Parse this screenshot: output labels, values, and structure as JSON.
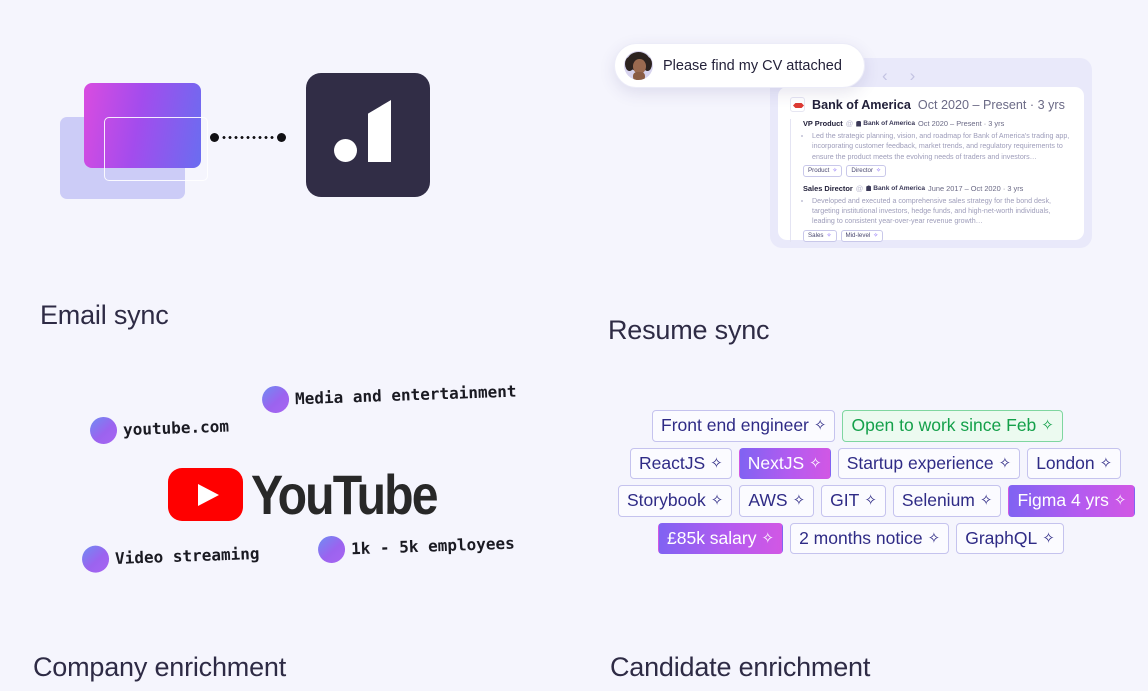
{
  "sections": {
    "email_sync": {
      "heading": "Email sync",
      "icons": {
        "envelope": "envelope-icon",
        "connector": "dotted-connector",
        "app_logo": "app-logo-icon"
      }
    },
    "resume_sync": {
      "heading": "Resume sync",
      "chat": {
        "message": "Please find my CV attached",
        "avatar": "user-avatar"
      },
      "nav": {
        "prev": "‹",
        "next": "›"
      },
      "card": {
        "company": "Bank of America",
        "period": "Oct 2020 – Present · 3 yrs",
        "jobs": [
          {
            "title": "VP Product",
            "at": "@",
            "employer": "Bank of America",
            "dates": "Oct 2020 – Present · 3 yrs",
            "bullet": "Led the strategic planning, vision, and roadmap for Bank of America's trading app, incorporating customer feedback, market trends, and regulatory requirements to ensure the product meets the evolving needs of traders and investors…",
            "tags": [
              "Product",
              "Director"
            ]
          },
          {
            "title": "Sales Director",
            "at": "@",
            "employer": "Bank of America",
            "dates": "June 2017 – Oct 2020 · 3 yrs",
            "bullet": "Developed and executed a comprehensive sales strategy for the bond desk, targeting institutional investors, hedge funds, and high-net-worth individuals, leading to consistent year-over-year revenue growth…",
            "tags": [
              "Sales",
              "Mid-level"
            ]
          }
        ]
      }
    },
    "company_enrichment": {
      "heading": "Company enrichment",
      "logo_text": "YouTube",
      "attributes": [
        {
          "label": "youtube.com"
        },
        {
          "label": "Media and entertainment"
        },
        {
          "label": "Video streaming"
        },
        {
          "label": "1k - 5k employees"
        }
      ]
    },
    "candidate_enrichment": {
      "heading": "Candidate enrichment",
      "spark": "✧",
      "rows": [
        [
          {
            "label": "Front end engineer",
            "style": "outline"
          },
          {
            "label": "Open to work since Feb",
            "style": "green"
          }
        ],
        [
          {
            "label": "ReactJS",
            "style": "outline"
          },
          {
            "label": "NextJS",
            "style": "grad"
          },
          {
            "label": "Startup experience",
            "style": "outline"
          },
          {
            "label": "London",
            "style": "outline"
          }
        ],
        [
          {
            "label": "Storybook",
            "style": "outline"
          },
          {
            "label": "AWS",
            "style": "outline"
          },
          {
            "label": "GIT",
            "style": "outline"
          },
          {
            "label": "Selenium",
            "style": "outline"
          },
          {
            "label": "Figma 4 yrs",
            "style": "grad"
          }
        ],
        [
          {
            "label": "£85k salary",
            "style": "grad"
          },
          {
            "label": "2 months notice",
            "style": "outline"
          },
          {
            "label": "GraphQL",
            "style": "outline"
          }
        ]
      ]
    }
  },
  "colors": {
    "background": "#f5f5fd",
    "heading": "#2e2b45",
    "accent_purple": "#7b5cf5",
    "accent_green": "#14a04a",
    "logo_dark": "#312d46",
    "youtube_red": "#ff0000"
  }
}
